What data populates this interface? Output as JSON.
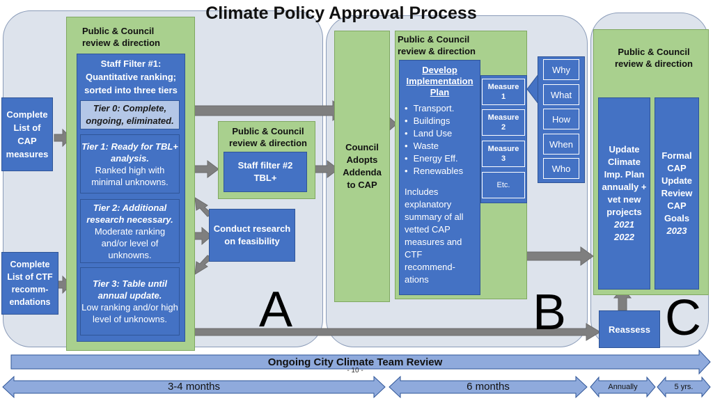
{
  "title": "Climate Policy Approval Process",
  "page_number": "- 10 -",
  "phase_letters": {
    "a": "A",
    "b": "B",
    "c": "C"
  },
  "inputs": {
    "cap": "Complete List of CAP measures",
    "ctf": "Complete List of CTF recomm-endations"
  },
  "phase_a": {
    "review_title": "Public & Council review & direction",
    "staff_filter_1": "Staff Filter #1: Quantitative ranking; sorted into three tiers",
    "tier0": {
      "title": "Tier 0: Complete, ongoing, eliminated.",
      "desc": ""
    },
    "tier1": {
      "title": "Tier 1: Ready for TBL+ analysis.",
      "desc": "Ranked high with minimal unknowns."
    },
    "tier2": {
      "title": "Tier 2: Additional research necessary.",
      "desc": "Moderate ranking and/or level of unknowns."
    },
    "tier3": {
      "title": "Tier 3: Table until annual update.",
      "desc": "Low ranking and/or high level of unknowns."
    },
    "review2_title": "Public & Council review &  direction",
    "staff_filter_2": "Staff filter #2 TBL+",
    "research": "Conduct research on feasibility"
  },
  "phase_b": {
    "council": "Council Adopts Addenda to CAP",
    "review_title": "Public & Council review & direction",
    "plan_title": "Develop Implementation Plan",
    "bullets": [
      "Transport.",
      "Buildings",
      "Land Use",
      "Waste",
      "Energy Eff.",
      "Renewables"
    ],
    "includes": "Includes explanatory summary of all vetted CAP measures and CTF recommend-ations",
    "measures": [
      "Measure 1",
      "Measure 2",
      "Measure 3",
      "Etc."
    ],
    "questions": [
      "Why",
      "What",
      "How",
      "When",
      "Who"
    ]
  },
  "phase_c": {
    "review_title": "Public & Council review & direction",
    "update_text": "Update Climate Imp. Plan annually + vet new projects",
    "update_years": [
      "2021",
      "2022"
    ],
    "formal_text": "Formal CAP Update Review CAP Goals",
    "formal_year": "2023",
    "reassess": "Reassess"
  },
  "ongoing_review": "Ongoing City Climate Team Review",
  "timeline": [
    "3-4 months",
    "6 months",
    "Annually",
    "5 yrs."
  ],
  "colors": {
    "phase_bg": "#dde3ec",
    "green": "#a9d08e",
    "blue": "#4472c4",
    "light_blue": "#b4c7e7",
    "arrow_grey": "#7f7f7f",
    "timeline_blue": "#8faadc"
  }
}
